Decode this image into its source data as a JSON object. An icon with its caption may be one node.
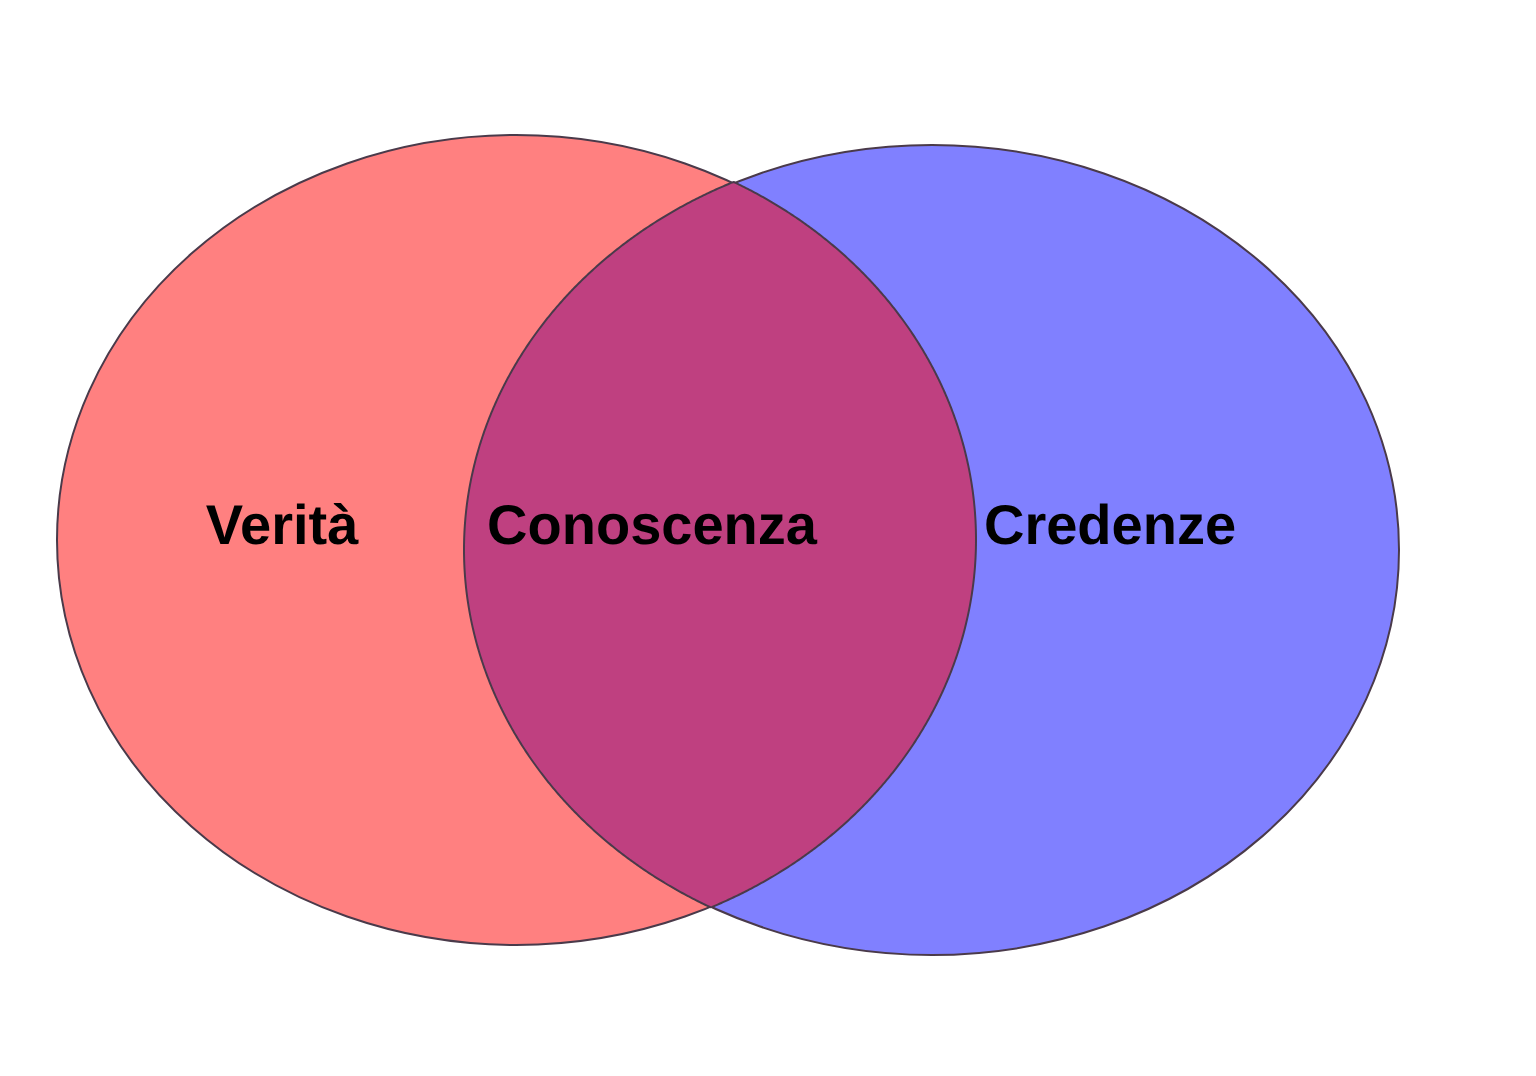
{
  "diagram": {
    "nodes": [
      {
        "text": [
          "Verità"
        ]
      },
      {
        "text": [
          "Conoscenza"
        ]
      },
      {
        "text": [
          "Credenze"
        ]
      }
    ]
  }
}
